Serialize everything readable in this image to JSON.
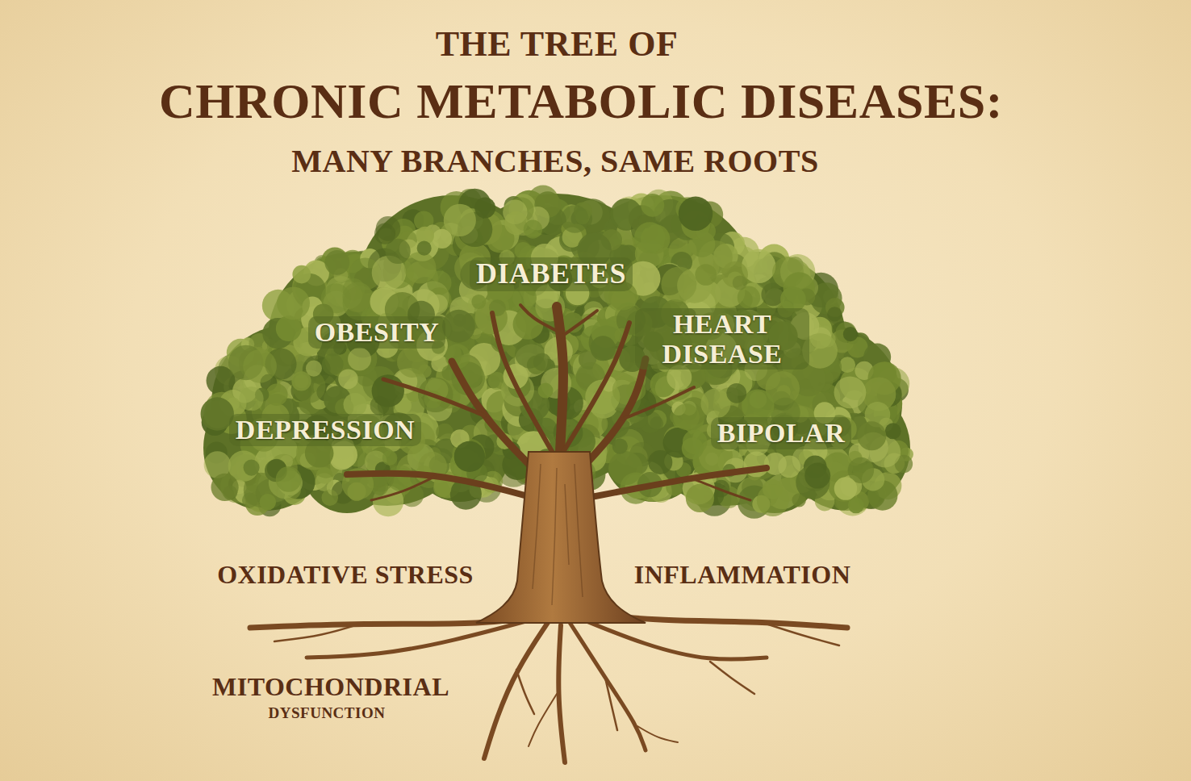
{
  "diagram": {
    "title": "CHRONIC METABOLIC DISEASES:",
    "labels": [
      "THE TREE OF",
      "MANY BRANCHES, SAME ROOTS",
      "DIABETES",
      "OBESITY",
      "HEART DISEASE",
      "DEPRESSION",
      "BIPOLAR",
      "OXIDATIVE STRESS",
      "INFLAMMATION",
      "MITOCHONDRIAL",
      "DYSFUNCTION"
    ]
  }
}
